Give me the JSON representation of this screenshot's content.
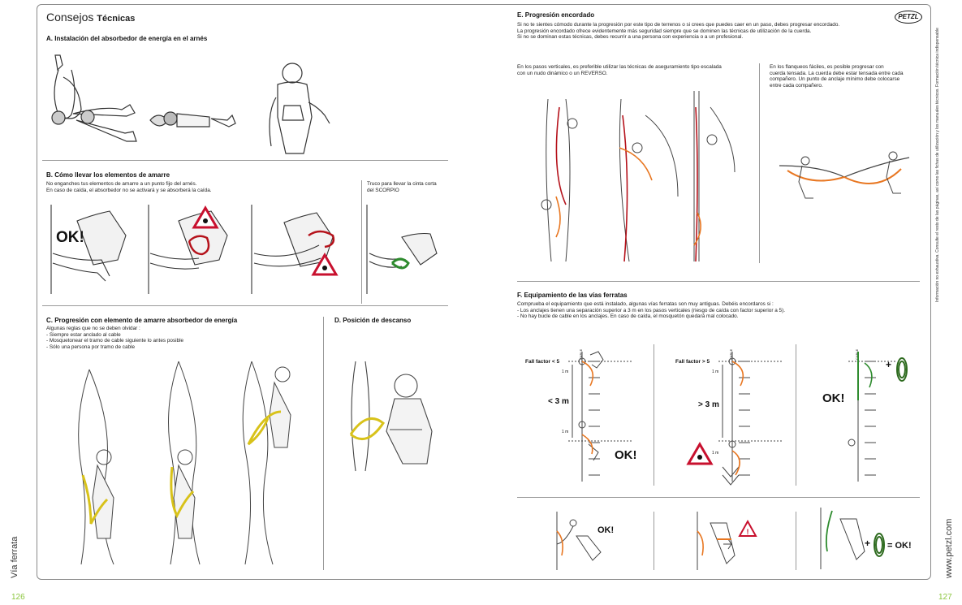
{
  "page": {
    "header_light": "Consejos ",
    "header_bold": "Técnicas",
    "spine_left": "Vía ferrata",
    "spine_right": "www.petzl.com",
    "page_left": "126",
    "page_right": "127",
    "logo": "PETZL",
    "vertical_note": "Información no exhaustiva. Consulte el resto de las páginas, así como las fichas de utilización y los manuales técnicos. Formación técnica indispensable"
  },
  "sections": {
    "A": {
      "heading": "A. Instalación del absorbedor de energía en el arnés"
    },
    "B": {
      "heading": "B. Cómo llevar los elementos de amarre",
      "body": "No enganches tus elementos de amarre a un punto fijo del arnés.\nEn caso de caída, el absorbedor no se activará y se absorberá la caída.",
      "tip": "Truco para llevar la cinta corta\ndel SCORPIO",
      "ok": "OK!"
    },
    "C": {
      "heading": "C. Progresión con elemento de amarre absorbedor de energía",
      "body": "Algunas reglas que no se deben olvidar :\n- Siempre estar anclado al cable\n- Mosquetonear el tramo de cable siguiente lo antes posible\n- Sólo una persona por tramo de cable"
    },
    "D": {
      "heading": "D. Posición de descanso"
    },
    "E": {
      "heading": "E. Progresión encordado",
      "body": "Si no te sientes cómodo durante la progresión por este tipo de terrenos o si crees que puedes caer en un paso, debes progresar encordado.\nLa progresión encordado ofrece evidentemente más seguridad siempre que se dominen las técnicas de utilización de la cuerda.\nSi no se dominan estas técnicas, debes recurrir a una persona con experiencia o a un profesional.",
      "left_text": "En los pasos verticales, es preferible utilizar las técnicas de aseguramiento tipo escalada\ncon un nudo dinámico o un REVERSO.",
      "right_text": "En los flanqueos fáciles, es posible progresar con\ncuerda tensada. La cuerda debe estar tensada entre cada\ncompañero. Un punto de anclaje mínimo debe colocarse\nentre cada compañero."
    },
    "F": {
      "heading": "F. Equipamiento de las vías ferratas",
      "body": "Comprueba el equipamiento que está instalado, algunas vías ferratas son muy antiguas. Debéis encordaros si :\n- Los anclajes tienen una separación superior a 3 m en los pasos verticales (riesgo de caída con factor superior a 5).\n- No hay bucle de cable en los anclajes. En caso de caída, el mosquetón quedará mal colocado.",
      "ff_low": "Fall factor < 5",
      "ff_high": "Fall factor > 5",
      "lt3": "< 3 m",
      "gt3": "> 3 m",
      "one_m": "1 m",
      "cable": "CABLE",
      "ok": "OK!",
      "plus": "+",
      "equals_ok": "= OK!"
    }
  },
  "colors": {
    "green_accent": "#8cc63f",
    "warning_red": "#c8102e",
    "rope_orange": "#e87722",
    "rope_red": "#b5121b",
    "lanyard_yellow": "#d8c21a",
    "lanyard_green": "#2e8b2e"
  }
}
